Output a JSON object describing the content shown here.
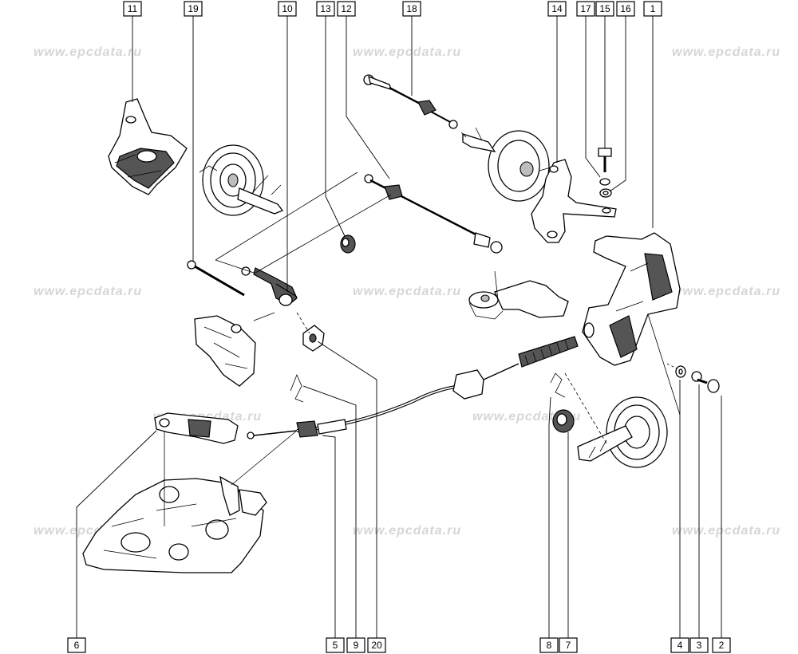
{
  "watermark": "www.epcdata.ru",
  "callouts": {
    "c1": "1",
    "c2": "2",
    "c3": "3",
    "c4": "4",
    "c5": "5",
    "c6": "6",
    "c7": "7",
    "c8": "8",
    "c9": "9",
    "c10": "10",
    "c11": "11",
    "c12": "12",
    "c13": "13",
    "c14": "14",
    "c15": "15",
    "c16": "16",
    "c17": "17",
    "c18": "18",
    "c19": "19",
    "c20": "20"
  },
  "colors": {
    "line": "#000000",
    "watermark": "#d6d6d6",
    "background": "#ffffff"
  }
}
